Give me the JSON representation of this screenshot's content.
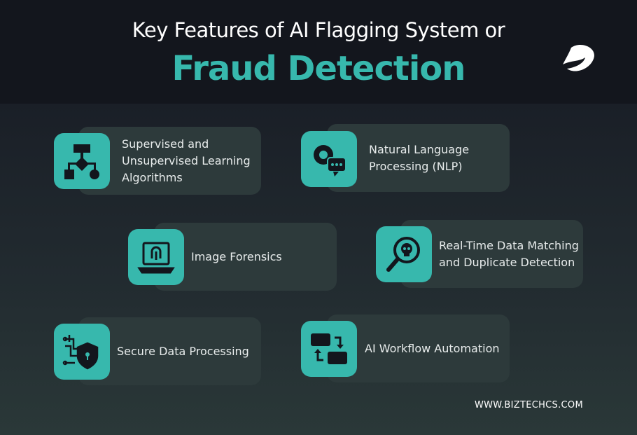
{
  "title_line1": "Key Features of AI Flagging System or",
  "title_line2": "Fraud Detection",
  "features": [
    {
      "label": "Supervised and Unsupervised Learning Algorithms",
      "icon": "flowchart-icon"
    },
    {
      "label": "Natural Language Processing (NLP)",
      "icon": "gear-chat-icon"
    },
    {
      "label": "Image Forensics",
      "icon": "fingerprint-laptop-icon"
    },
    {
      "label": "Real-Time Data Matching and Duplicate Detection",
      "icon": "skull-magnifier-icon"
    },
    {
      "label": "Secure Data Processing",
      "icon": "circuit-shield-icon"
    },
    {
      "label": "AI Workflow Automation",
      "icon": "workflow-arrows-icon"
    }
  ],
  "website": "WWW.BIZTECHCS.COM",
  "colors": {
    "accent": "#37b8ad",
    "header_bg": "#13161d",
    "card_bg": "#2d3a3b"
  }
}
